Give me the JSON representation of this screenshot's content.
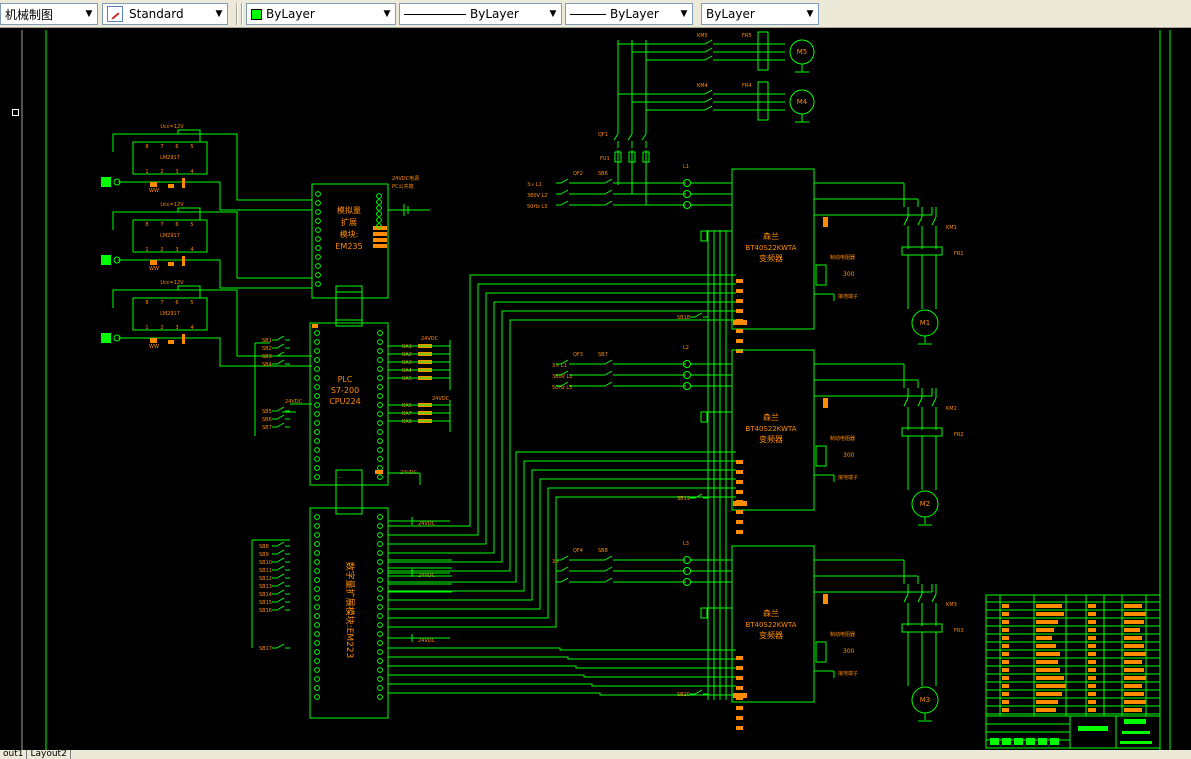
{
  "toolbar": {
    "workspace": "机械制图",
    "text_style": "Standard",
    "layer": "ByLayer",
    "linetype": "ByLayer",
    "lineweight": "ByLayer",
    "plot_color": "ByLayer"
  },
  "tabs": [
    "out1",
    "Layout2"
  ],
  "colors": {
    "wire": "#00ff00",
    "text": "#ff8c00",
    "background": "#000000"
  },
  "drawing": {
    "amps": [
      {
        "label": "LM2917",
        "vcc": "Ucc=12V",
        "top_pins": [
          "8",
          "7",
          "6",
          "5"
        ],
        "bottom_pins": [
          "1",
          "2",
          "3",
          "4"
        ]
      },
      {
        "label": "LM2917",
        "vcc": "Ucc=12V",
        "top_pins": [
          "8",
          "7",
          "6",
          "5"
        ],
        "bottom_pins": [
          "1",
          "2",
          "3",
          "4"
        ]
      },
      {
        "label": "LM2917",
        "vcc": "Ucc=12V",
        "top_pins": [
          "8",
          "7",
          "6",
          "5"
        ],
        "bottom_pins": [
          "1",
          "2",
          "3",
          "4"
        ]
      }
    ],
    "em235": {
      "lines": [
        "模拟量",
        "扩展",
        "模块:",
        "EM235"
      ],
      "side_note": [
        "24VDC电源",
        "PC公共端"
      ]
    },
    "plc": {
      "lines": [
        "PLC",
        "S7-200",
        "CPU224"
      ],
      "supply": "24VDC",
      "inputs": [
        "SB1",
        "SB2",
        "SB3",
        "SB4",
        "SB5",
        "SB6",
        "SB7"
      ],
      "outputs": [
        "KA1",
        "KA2",
        "KA3",
        "KA4",
        "KA5",
        "KA6",
        "KA7",
        "KA8"
      ]
    },
    "em223": {
      "label": "数字量扩展模块:EM223",
      "supply": "24VDC",
      "inputs": [
        "SB8",
        "SB9",
        "SB10",
        "SB11",
        "SB12",
        "SB13",
        "SB14",
        "SB15",
        "SB16"
      ],
      "extra_input": "SB17"
    },
    "inverters": [
      {
        "brand": "森兰",
        "model": "BT40S22KWTA",
        "kind": "变频器",
        "line": "L1",
        "breaker": "QF2",
        "switch": "SB6",
        "inputs": [
          "3∞ L1",
          "380V L2",
          "50Hz L3"
        ],
        "brake": "制动电阻器",
        "resistor": "300",
        "ground": "接地端子",
        "ctrl": "SB18",
        "motor": "M1",
        "contactor": "KM1",
        "relay": "FR1"
      },
      {
        "brand": "森兰",
        "model": "BT40S22KWTA",
        "kind": "变频器",
        "line": "L2",
        "breaker": "QF3",
        "switch": "SB7",
        "inputs": [
          "3∞ L1",
          "380V L2",
          "50Hz L3"
        ],
        "brake": "制动电阻器",
        "resistor": "300",
        "ground": "接地端子",
        "ctrl": "SB19",
        "motor": "M2",
        "contactor": "KM2",
        "relay": "FR2"
      },
      {
        "brand": "森兰",
        "model": "BT40S22KWTA",
        "kind": "变频器",
        "line": "L3",
        "breaker": "QF4",
        "switch": "SB8",
        "inputs": [
          "3∞",
          "",
          ""
        ],
        "brake": "制动电阻器",
        "resistor": "300",
        "ground": "接地端子",
        "ctrl": "SB20",
        "motor": "M3",
        "contactor": "KM3",
        "relay": "FR3"
      }
    ],
    "top_motors": [
      {
        "motor": "M5",
        "contactor": "KM5",
        "relay": "FR5"
      },
      {
        "motor": "M4",
        "contactor": "KM4",
        "relay": "FR4"
      }
    ],
    "top_labels": {
      "breaker": "QF1",
      "fuse": "FU1"
    }
  }
}
